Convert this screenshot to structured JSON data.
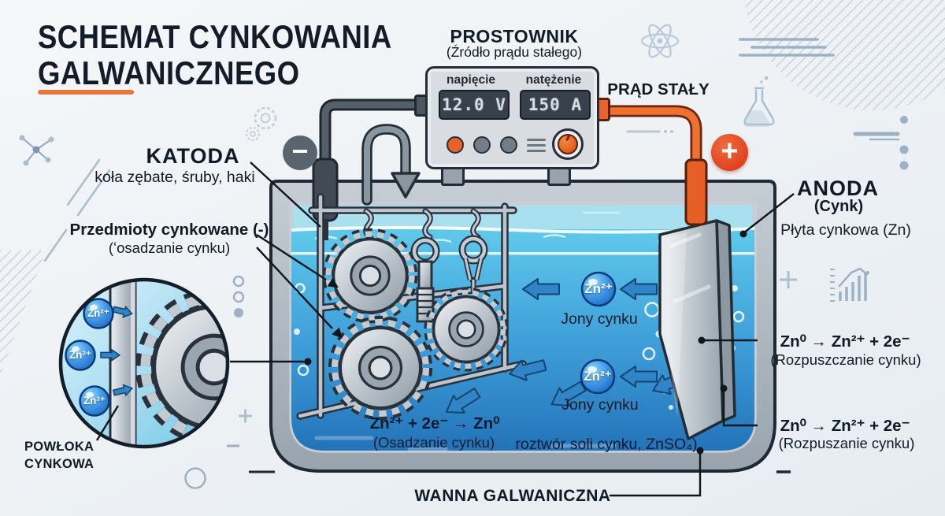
{
  "title": {
    "line1": "SCHEMAT CYNKOWANIA",
    "line2": "GALWANICZNEGO"
  },
  "rectifier": {
    "name": "PROSTOWNIK",
    "subtitle": "(Źródło prądu stałego)",
    "voltage_label": "napięcie",
    "voltage_value": "12.0 V",
    "current_label": "natężenie",
    "current_value": "150 A"
  },
  "dc_label": "PRĄD STAŁY",
  "badges": {
    "minus": "−",
    "plus": "+"
  },
  "cathode": {
    "title": "KATODA",
    "subtitle": "koła zębate, śruby, haki"
  },
  "plated_items": {
    "title": "Przedmioty cynkowane (-)",
    "subtitle": "(ʻosadzanie cynku)"
  },
  "anode": {
    "title": "ANODA",
    "subtitle": "(Cynk)",
    "desc": "Płyta cynkowa (Zn)"
  },
  "ions": {
    "symbol": "Zn²⁺",
    "caption_top": "Jony cynku",
    "caption_bottom": "Jony cynku"
  },
  "reactions": {
    "anode_1": {
      "formula": "Zn⁰ → Zn²⁺ + 2e⁻",
      "desc": "(Rozpuszczanie cynku)"
    },
    "anode_2": {
      "formula": "Zn⁰ → Zn²⁺ + 2e⁻",
      "desc": "(Rozpuszanie cynku)"
    },
    "cathode": {
      "formula": "Zn²⁺ + 2e⁻ → Zn⁰",
      "desc": "(Osadzanie cynku)"
    }
  },
  "solution_label": "roztwór soli cynku, ZnSO₄)",
  "tank_label": "WANNA GALWANICZNA",
  "coating_label": {
    "line1": "POWŁOKA",
    "line2": "CYNKOWA"
  },
  "colors": {
    "accent_orange": "#e8763a",
    "badge_plus": "#e3492c",
    "badge_minus": "#59646e",
    "wire_orange": "#ee7130",
    "water": "#2e8fd0",
    "ion": "#1565c8"
  }
}
